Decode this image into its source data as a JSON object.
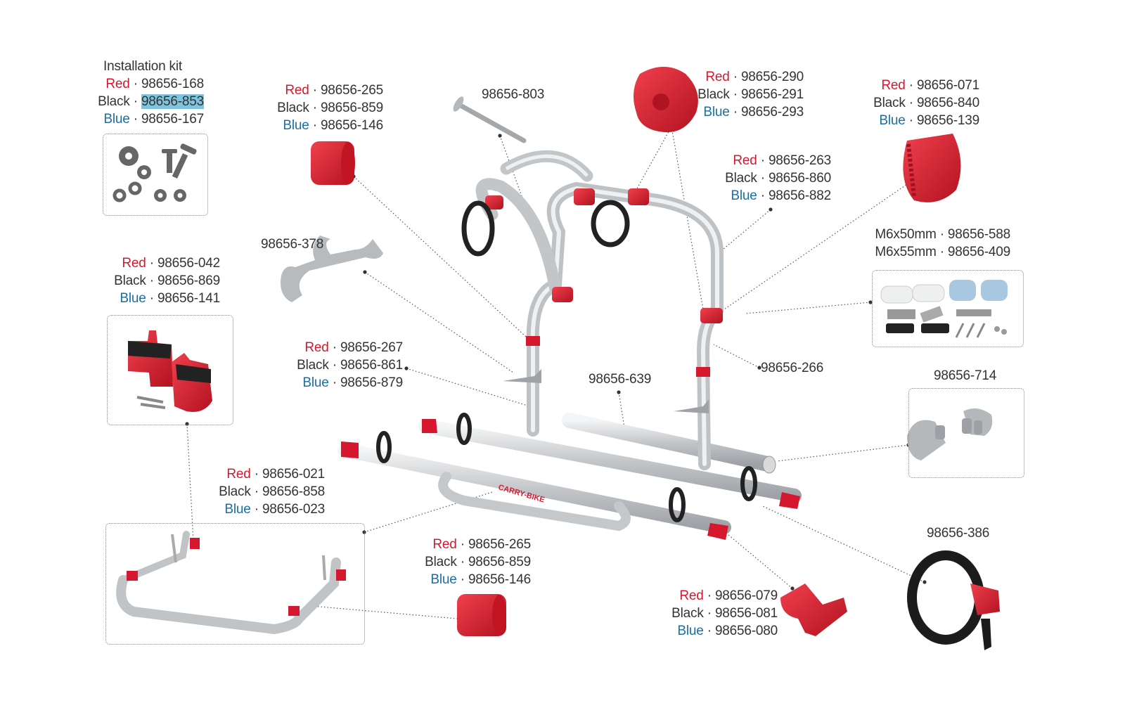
{
  "labels": {
    "installation_kit": {
      "title": "Installation kit",
      "red": "98656-168",
      "black": "98656-853",
      "blue": "98656-167"
    },
    "end_cap_top": {
      "red": "98656-265",
      "black": "98656-859",
      "blue": "98656-146"
    },
    "bolt": {
      "code": "98656-803"
    },
    "knob": {
      "red": "98656-290",
      "black": "98656-291",
      "blue": "98656-293"
    },
    "ratchet": {
      "red": "98656-071",
      "black": "98656-840",
      "blue": "98656-139"
    },
    "frame_clamp": {
      "red": "98656-263",
      "black": "98656-860",
      "blue": "98656-882"
    },
    "screws": {
      "line1": "M6x50mm · 98656-588",
      "line2": "M6x55mm · 98656-409"
    },
    "holder_378": {
      "code": "98656-378"
    },
    "clamp_042": {
      "red": "98656-042",
      "black": "98656-869",
      "blue": "98656-141"
    },
    "ring_267": {
      "red": "98656-267",
      "black": "98656-861",
      "blue": "98656-879"
    },
    "tube_639": {
      "code": "98656-639"
    },
    "support_266": {
      "code": "98656-266"
    },
    "caps_714": {
      "code": "98656-714"
    },
    "bow_021": {
      "red": "98656-021",
      "black": "98656-858",
      "blue": "98656-023"
    },
    "end_cap_bottom": {
      "red": "98656-265",
      "black": "98656-859",
      "blue": "98656-146"
    },
    "strap_386": {
      "code": "98656-386"
    },
    "wheel_holder": {
      "red": "98656-079",
      "black": "98656-081",
      "blue": "98656-080"
    }
  },
  "color_words": {
    "red": "Red",
    "black": "Black",
    "blue": "Blue"
  },
  "rail_text": "CARRY-BIKE",
  "colors": {
    "red": "#d6182f",
    "blue": "#1a6fa3",
    "black": "#333333",
    "frame": "#c9cbcd",
    "dark": "#2a2a2a"
  }
}
